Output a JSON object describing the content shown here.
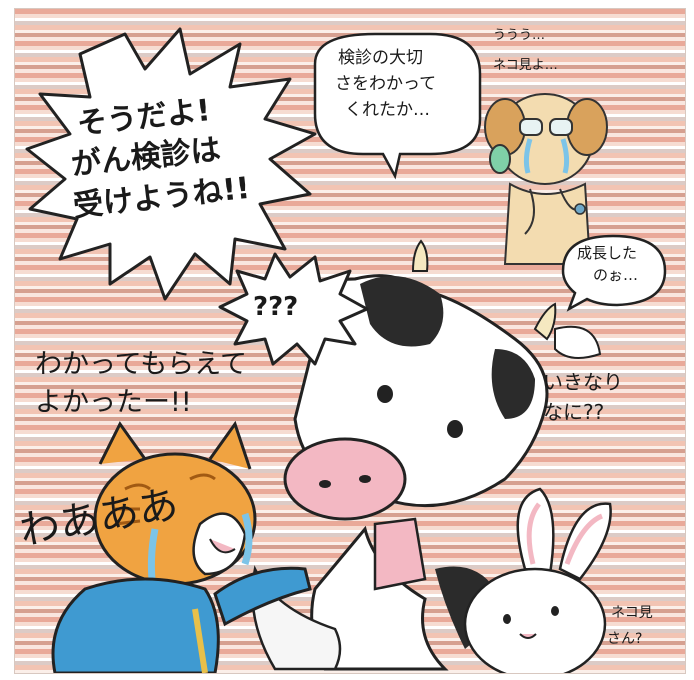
{
  "bubbles": {
    "shout": [
      "そうだよ!",
      "がん検診は",
      "受けようね!!"
    ],
    "question": "???",
    "doctor_speech": [
      "検診の大切",
      "さをわかって",
      "くれたか…"
    ],
    "grown": [
      "成長した",
      "のぉ…"
    ]
  },
  "captions": {
    "cat_relief": [
      "わかってもらえて",
      "よかったー!!"
    ],
    "doctor_sob": [
      "ううう…",
      "ネコ見よ…"
    ],
    "cow_confused": [
      "いきなり",
      "なに??"
    ],
    "rabbit": [
      "ネコ見",
      "さん?"
    ],
    "cat_cry": "わあああ"
  },
  "colors": {
    "cow_spot": "#2b2b2b",
    "cow_muzzle": "#f3b8c3",
    "cat_orange": "#f0a341",
    "suit_blue": "#3f9ad1",
    "doctor_fur": "#f3dcb0",
    "bubble_fill": "#ffffff"
  },
  "icons": [
    "cow-character",
    "cat-character",
    "rabbit-character",
    "dog-doctor-character"
  ]
}
